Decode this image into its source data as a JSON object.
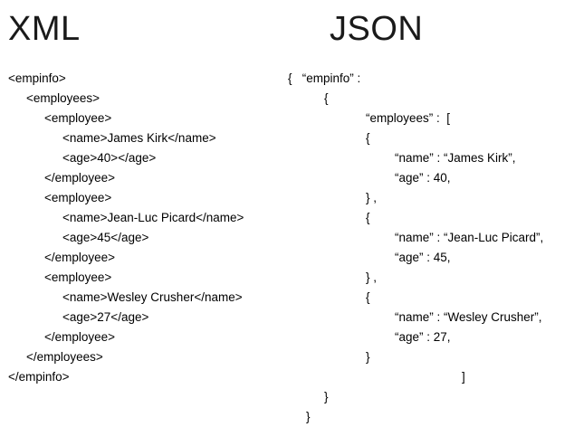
{
  "page": {
    "background_color": "#ffffff",
    "text_color": "#000000"
  },
  "columns": {
    "xml": {
      "heading": "XML",
      "lines": [
        {
          "text": "<empinfo>",
          "indent": 0
        },
        {
          "text": "<employees>",
          "indent": 1
        },
        {
          "text": "<employee>",
          "indent": 2
        },
        {
          "text": "<name>James Kirk</name>",
          "indent": 3
        },
        {
          "text": "<age>40></age>",
          "indent": 3
        },
        {
          "text": "</employee>",
          "indent": 2
        },
        {
          "text": "<employee>",
          "indent": 2
        },
        {
          "text": "<name>Jean-Luc Picard</name>",
          "indent": 3
        },
        {
          "text": "<age>45</age>",
          "indent": 3
        },
        {
          "text": "</employee>",
          "indent": 2
        },
        {
          "text": "<employee>",
          "indent": 2
        },
        {
          "text": "<name>Wesley Crusher</name>",
          "indent": 3
        },
        {
          "text": "<age>27</age>",
          "indent": 3
        },
        {
          "text": "</employee>",
          "indent": 2
        },
        {
          "text": "</employees>",
          "indent": 1
        },
        {
          "text": "</empinfo>",
          "indent": 0
        }
      ]
    },
    "json": {
      "heading": "JSON",
      "lines": [
        {
          "text": "{   “empinfo” :",
          "indent": 0
        },
        {
          "text": "{",
          "indent": 2
        },
        {
          "text": "“employees” :  [",
          "indent": 4
        },
        {
          "text": "{",
          "indent": 4
        },
        {
          "text": "“name” : “James Kirk”,",
          "indent": 5
        },
        {
          "text": "“age” : 40,",
          "indent": 5
        },
        {
          "text": "} ,",
          "indent": 4
        },
        {
          "text": "{",
          "indent": 4
        },
        {
          "text": "“name” : “Jean-Luc Picard”,",
          "indent": 5
        },
        {
          "text": "“age” : 45,",
          "indent": 5
        },
        {
          "text": "} ,",
          "indent": 4
        },
        {
          "text": "{",
          "indent": 4
        },
        {
          "text": "“name” : “Wesley Crusher”,",
          "indent": 5
        },
        {
          "text": "“age” : 27,",
          "indent": 5
        },
        {
          "text": "}",
          "indent": 4
        },
        {
          "text": "]",
          "indent": 7
        },
        {
          "text": "}",
          "indent": 2
        },
        {
          "text": "}",
          "indent": 1
        }
      ]
    }
  }
}
